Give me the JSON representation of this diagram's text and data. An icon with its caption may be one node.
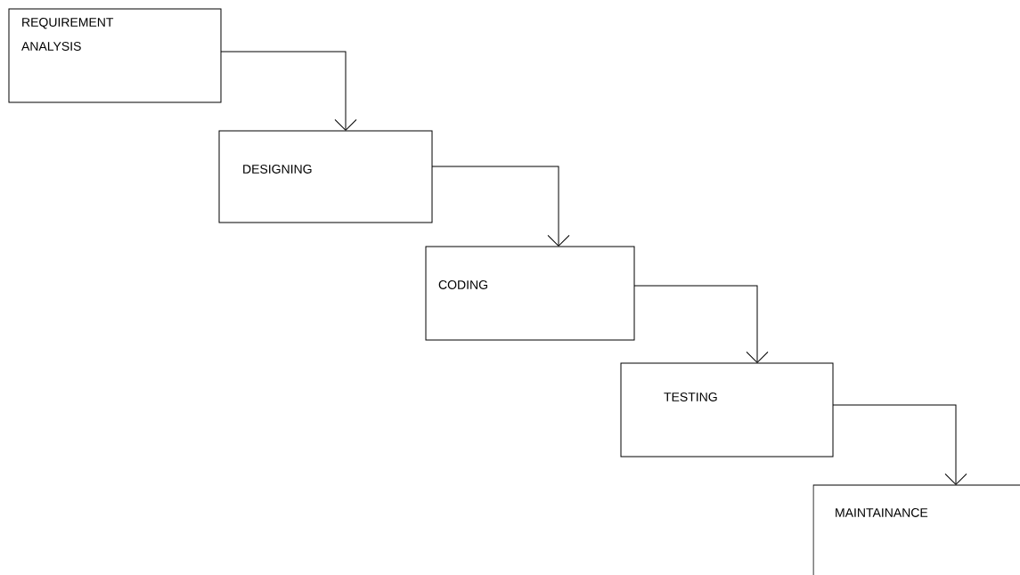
{
  "diagram": {
    "nodes": [
      {
        "text": [
          "REQUIREMENT ANALYSIS"
        ]
      },
      {
        "text": [
          "DESIGNING"
        ]
      },
      {
        "text": [
          "CODING"
        ]
      },
      {
        "text": [
          "TESTING"
        ]
      },
      {
        "text": [
          "MAINTAINANCE"
        ]
      }
    ],
    "edges": [
      {
        "from": 0,
        "to": 1,
        "arrow": "to"
      },
      {
        "from": 1,
        "to": 2,
        "arrow": "to"
      },
      {
        "from": 2,
        "to": 3,
        "arrow": "to"
      },
      {
        "from": 3,
        "to": 4,
        "arrow": "to"
      }
    ]
  }
}
